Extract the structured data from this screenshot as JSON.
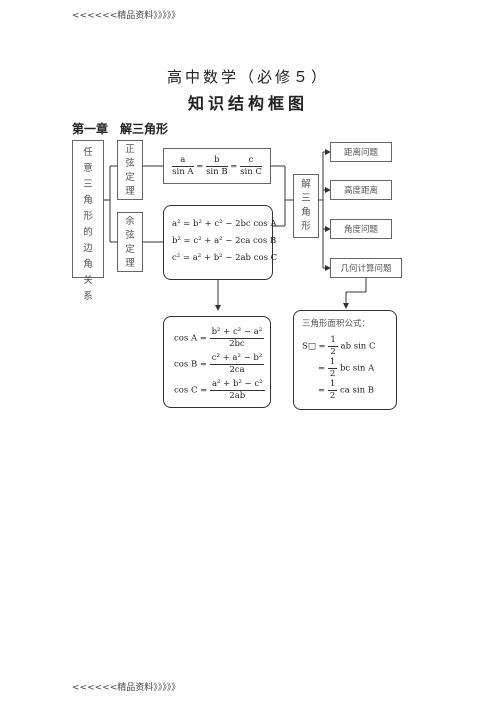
{
  "header_tag": "<<<<<<精品资料》》》》》",
  "footer_tag": "<<<<<<精品资料》》》》》",
  "title_line1": "高中数学（必修５）",
  "title_line2": "知识结构框图",
  "chapter": "第一章　解三角形",
  "left_box": [
    "任",
    "意",
    "三",
    "角",
    "形",
    "的",
    "边",
    "角",
    "关",
    "系"
  ],
  "sine_theorem_label": [
    "正",
    "弦",
    "定",
    "理"
  ],
  "cosine_theorem_label": [
    "余",
    "弦",
    "定",
    "理"
  ],
  "sine_law": {
    "a": "a",
    "sinA": "sin A",
    "b": "b",
    "sinB": "sin B",
    "c": "c",
    "sinC": "sin C"
  },
  "cosine_law": [
    "a² = b² + c² − 2bc cos A",
    "b² = c² + a² − 2ca cos B",
    "c² = a² + b² − 2ab cos C"
  ],
  "solve_label": [
    "解",
    "三",
    "角",
    "形"
  ],
  "problem_types": [
    "距离问题",
    "高度距离",
    "角度问题",
    "几何计算问题"
  ],
  "cos_formulas": [
    {
      "lhs": "cos A =",
      "num": "b² + c² − a²",
      "den": "2bc"
    },
    {
      "lhs": "cos B =",
      "num": "c² + a² − b²",
      "den": "2ca"
    },
    {
      "lhs": "cos C =",
      "num": "a² + b² − c²",
      "den": "2ab"
    }
  ],
  "area": {
    "title": "三角形面积公式：",
    "lhs": "S□ =",
    "half_num": "1",
    "half_den": "2",
    "terms": [
      "ab sin C",
      "bc sin A",
      "ca sin B"
    ],
    "eq": "="
  }
}
